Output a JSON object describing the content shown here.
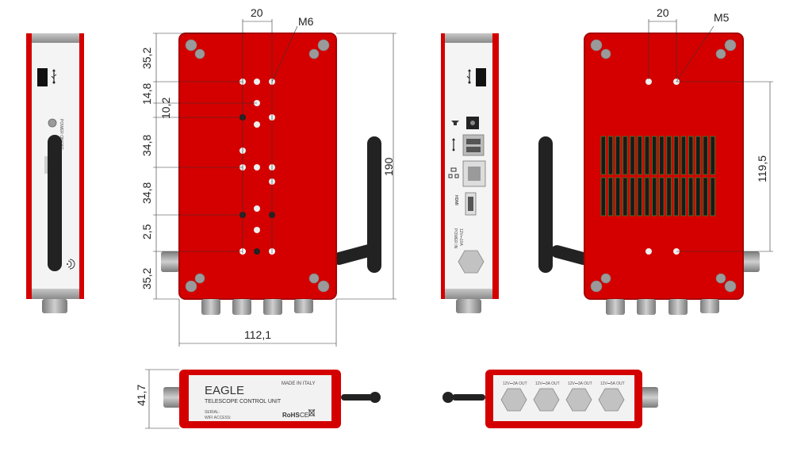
{
  "colors": {
    "body_red": "#d40000",
    "edge_red": "#a80000",
    "grey": "#9a9a9a",
    "panel": "#f4f4f4",
    "antenna": "#222222"
  },
  "dimensions": {
    "top_spacing": "20",
    "thread_left": "M6",
    "thread_right": "M5",
    "v1": "35,2",
    "v2": "14,8",
    "v3": "10,2",
    "v4": "34,8",
    "v5": "34,8",
    "v6": "2,5",
    "v7": "35,2",
    "height": "190",
    "width": "112,1",
    "depth": "41,7",
    "vent_height": "119,5"
  },
  "labels": {
    "product_name": "EAGLE",
    "product_subtitle": "TELESCOPE CONTROL UNIT",
    "made_in": "MADE IN ITALY",
    "serial": "SERIAL:",
    "wifi": "WIFI ACCESS:",
    "rohs": "RoHS",
    "ce": "CE",
    "power_in": "POWER IN",
    "power_rating": "12V⎓10A",
    "power_on_off": "POWER ON/OFF",
    "out1": "12V⎓3A OUT",
    "out2": "12V⎓3A OUT",
    "out3": "12V⎓3A OUT",
    "out4": "12V⎓5A OUT",
    "hdmi": "HDMI"
  },
  "icons": [
    "usb-icon",
    "wifi-icon",
    "ethernet-icon",
    "audio-icon",
    "power-icon"
  ]
}
